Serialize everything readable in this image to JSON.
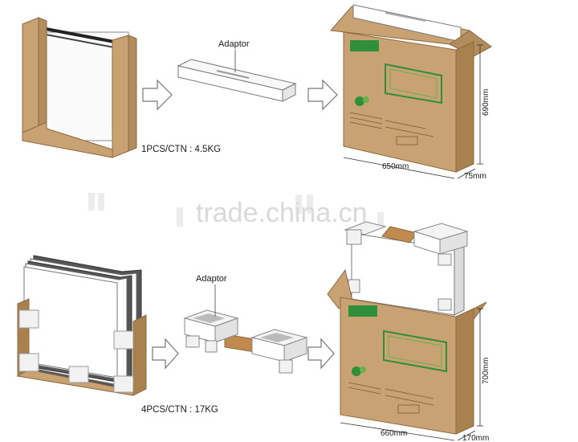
{
  "top_row": {
    "adaptor_label": "Adaptor",
    "weight_label": "1PCS/CTN : 4.5KG",
    "dim_height": "690mm",
    "dim_width": "650mm",
    "dim_depth": "75mm"
  },
  "bottom_row": {
    "adaptor_label": "Adaptor",
    "weight_label": "4PCS/CTN : 17KG",
    "dim_height": "700mm",
    "dim_width": "660mm",
    "dim_depth": "170mm"
  },
  "watermark": "trade.china.cn",
  "colors": {
    "cardboard": "#c9a273",
    "cardboard_dark": "#a9814f",
    "panel": "#ffffff",
    "foam": "#f2f2f2",
    "accent_green": "#2f8f3a"
  }
}
